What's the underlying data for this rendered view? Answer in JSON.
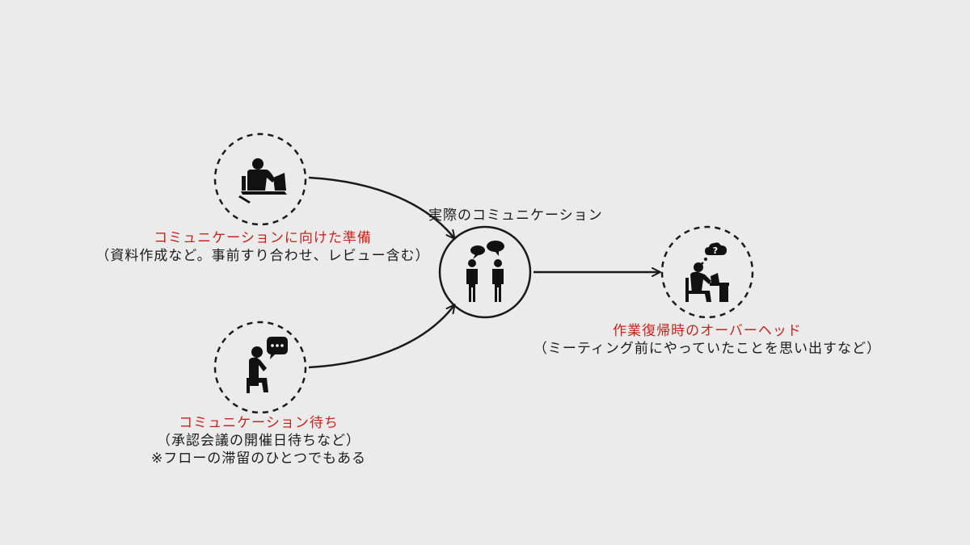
{
  "nodes": {
    "preparation": {
      "title": "コミュニケーションに向けた準備",
      "subtitle": "（資料作成など。事前すり合わせ、レビュー含む）",
      "icon": "person-working-at-laptop-icon"
    },
    "waiting": {
      "title": "コミュニケーション待ち",
      "subtitle": "（承認会議の開催日待ちなど）",
      "note": "※フローの滞留のひとつでもある",
      "icon": "person-thinking-icon"
    },
    "communication": {
      "title": "実際のコミュニケーション",
      "icon": "two-people-talking-icon"
    },
    "overhead": {
      "title": "作業復帰時のオーバーヘッド",
      "subtitle": "（ミーティング前にやっていたことを思い出すなど）",
      "icon": "confused-person-at-desk-icon",
      "bubble_text": "?"
    }
  },
  "colors": {
    "background": "#ebebeb",
    "accent": "#c8231e",
    "text": "#1a1a1a"
  }
}
